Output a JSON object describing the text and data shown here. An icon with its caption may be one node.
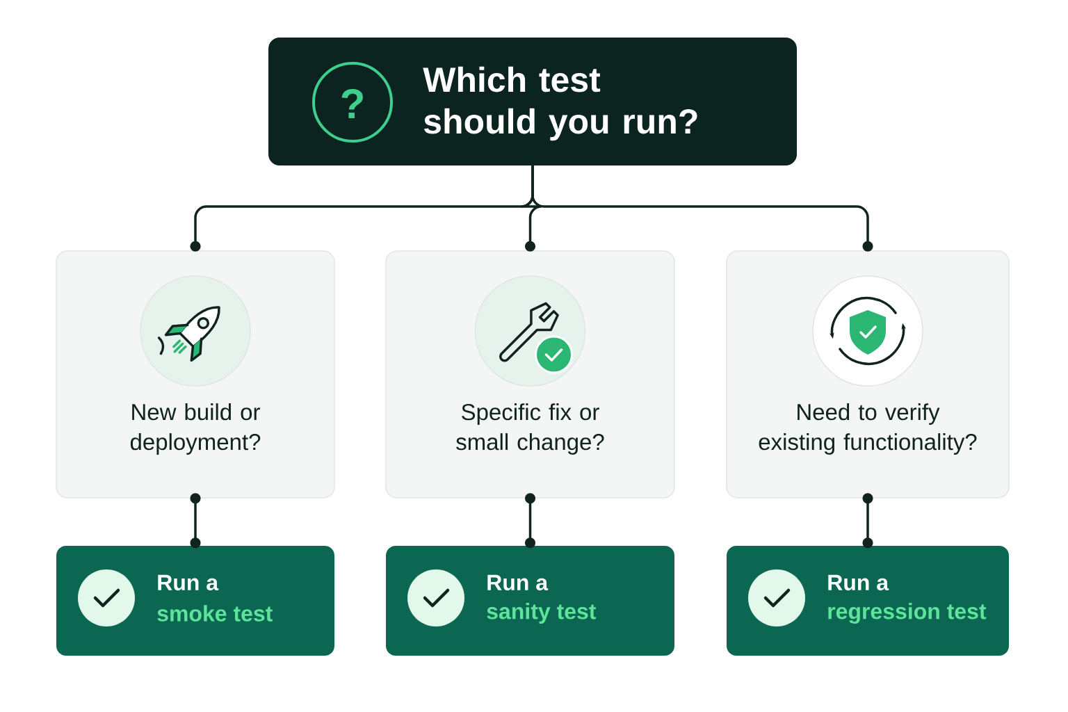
{
  "diagram": {
    "nodes": [
      {
        "text": [
          "Which test should you run?"
        ]
      },
      {
        "text": [
          "New build or deployment?"
        ]
      },
      {
        "text": [
          "Specific fix or small change?"
        ]
      },
      {
        "text": [
          "Need to verify existing functionality?"
        ]
      },
      {
        "text": [
          "Run a",
          "smoke test"
        ]
      },
      {
        "text": [
          "Run a",
          "sanity test"
        ]
      },
      {
        "text": [
          "Run a",
          "regression test"
        ]
      }
    ],
    "edges": [
      {
        "from": 0,
        "to": 1,
        "arrow": "other"
      },
      {
        "from": 0,
        "to": 2,
        "arrow": "other"
      },
      {
        "from": 0,
        "to": 3,
        "arrow": "other"
      },
      {
        "from": 1,
        "to": 4,
        "arrow": "other"
      },
      {
        "from": 2,
        "to": 5,
        "arrow": "other"
      },
      {
        "from": 3,
        "to": 6,
        "arrow": "other"
      }
    ],
    "labels": [
      "?"
    ]
  }
}
